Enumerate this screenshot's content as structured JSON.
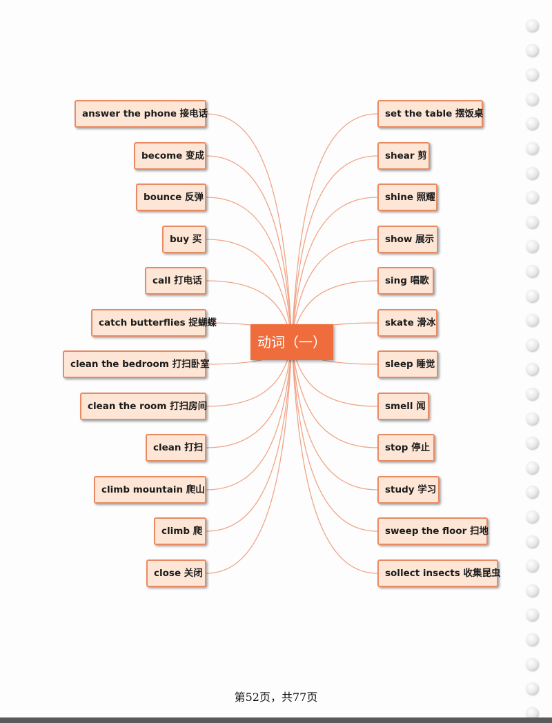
{
  "diagram": {
    "center": "动词（一）",
    "left_items": [
      "answer the phone  接电话",
      "become 变成",
      "bounce 反弹",
      "buy 买",
      "call 打电话",
      "catch butterflies 捉蝴蝶",
      "clean the bedroom 打扫卧室",
      "clean the room 打扫房间",
      "clean 打扫",
      "climb mountain 爬山",
      "climb 爬",
      "close 关闭"
    ],
    "right_items": [
      "set the table 摆饭桌",
      "shear 剪",
      "shine 照耀",
      "show 展示",
      "sing 唱歌",
      "skate 滑冰",
      "sleep 睡觉",
      "smell 闻",
      "stop 停止",
      "study 学习",
      "sweep the floor 扫地",
      "sollect insects 收集昆虫"
    ]
  },
  "footer": {
    "page_text": "第52页，共77页"
  },
  "colors": {
    "center_fill": "#ef6c3c",
    "node_fill": "#fde6d6",
    "node_border": "#e98a63",
    "connector": "#f0a487"
  }
}
